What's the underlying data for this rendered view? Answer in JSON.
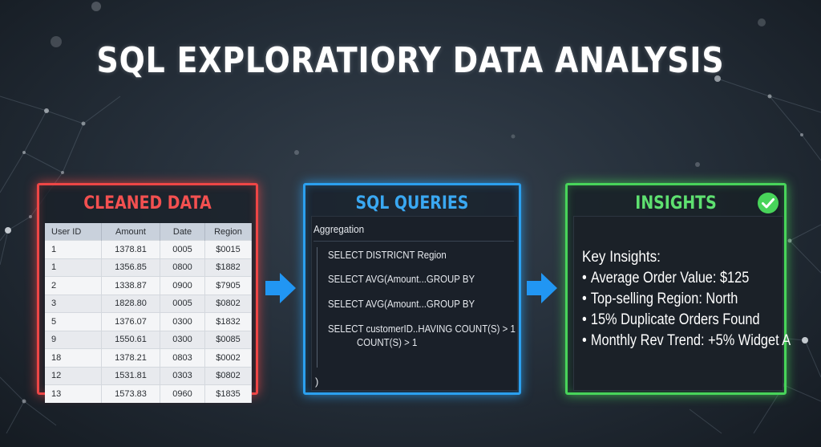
{
  "title": "SQL EXPLORATIORY DATA ANALYSIS",
  "cleaned_data": {
    "title": "CLEANED DATA",
    "columns": [
      "User ID",
      "Amount",
      "Date",
      "Region"
    ],
    "rows": [
      [
        "1",
        "1378.81",
        "0005",
        "$0015"
      ],
      [
        "1",
        "1356.85",
        "0800",
        "$1882"
      ],
      [
        "2",
        "1338.87",
        "0900",
        "$7905"
      ],
      [
        "3",
        "1828.80",
        "0005",
        "$0802"
      ],
      [
        "5",
        "1376.07",
        "0300",
        "$1832"
      ],
      [
        "9",
        "1550.61",
        "0300",
        "$0085"
      ],
      [
        "18",
        "1378.21",
        "0803",
        "$0002"
      ],
      [
        "12",
        "1531.81",
        "0303",
        "$0802"
      ],
      [
        "13",
        "1573.83",
        "0960",
        "$1835"
      ]
    ]
  },
  "sql_queries": {
    "title": "SQL QUERIES",
    "heading": "Aggregation",
    "lines": [
      "SELECT DISTRICNT Region",
      "SELECT AVG(Amount...GROUP BY",
      "SELECT AVG(Amount...GROUP BY",
      "SELECT customerID..HAVING COUNT(S) > 1",
      "COUNT(S) > 1"
    ],
    "closing": ")"
  },
  "insights": {
    "title": "INSIGHTS",
    "heading": "Key Insights:",
    "items": [
      "Average Order Value: $125",
      "Top-selling Region: North",
      "15% Duplicate Orders Found",
      "Monthly Rev Trend: +5% Widget A"
    ],
    "bullet": "•",
    "check_icon": "check-circle-icon"
  },
  "colors": {
    "cleaned_accent": "#ee4646",
    "sql_accent": "#2ba0ef",
    "insights_accent": "#48d45a",
    "arrow": "#2196f3"
  }
}
